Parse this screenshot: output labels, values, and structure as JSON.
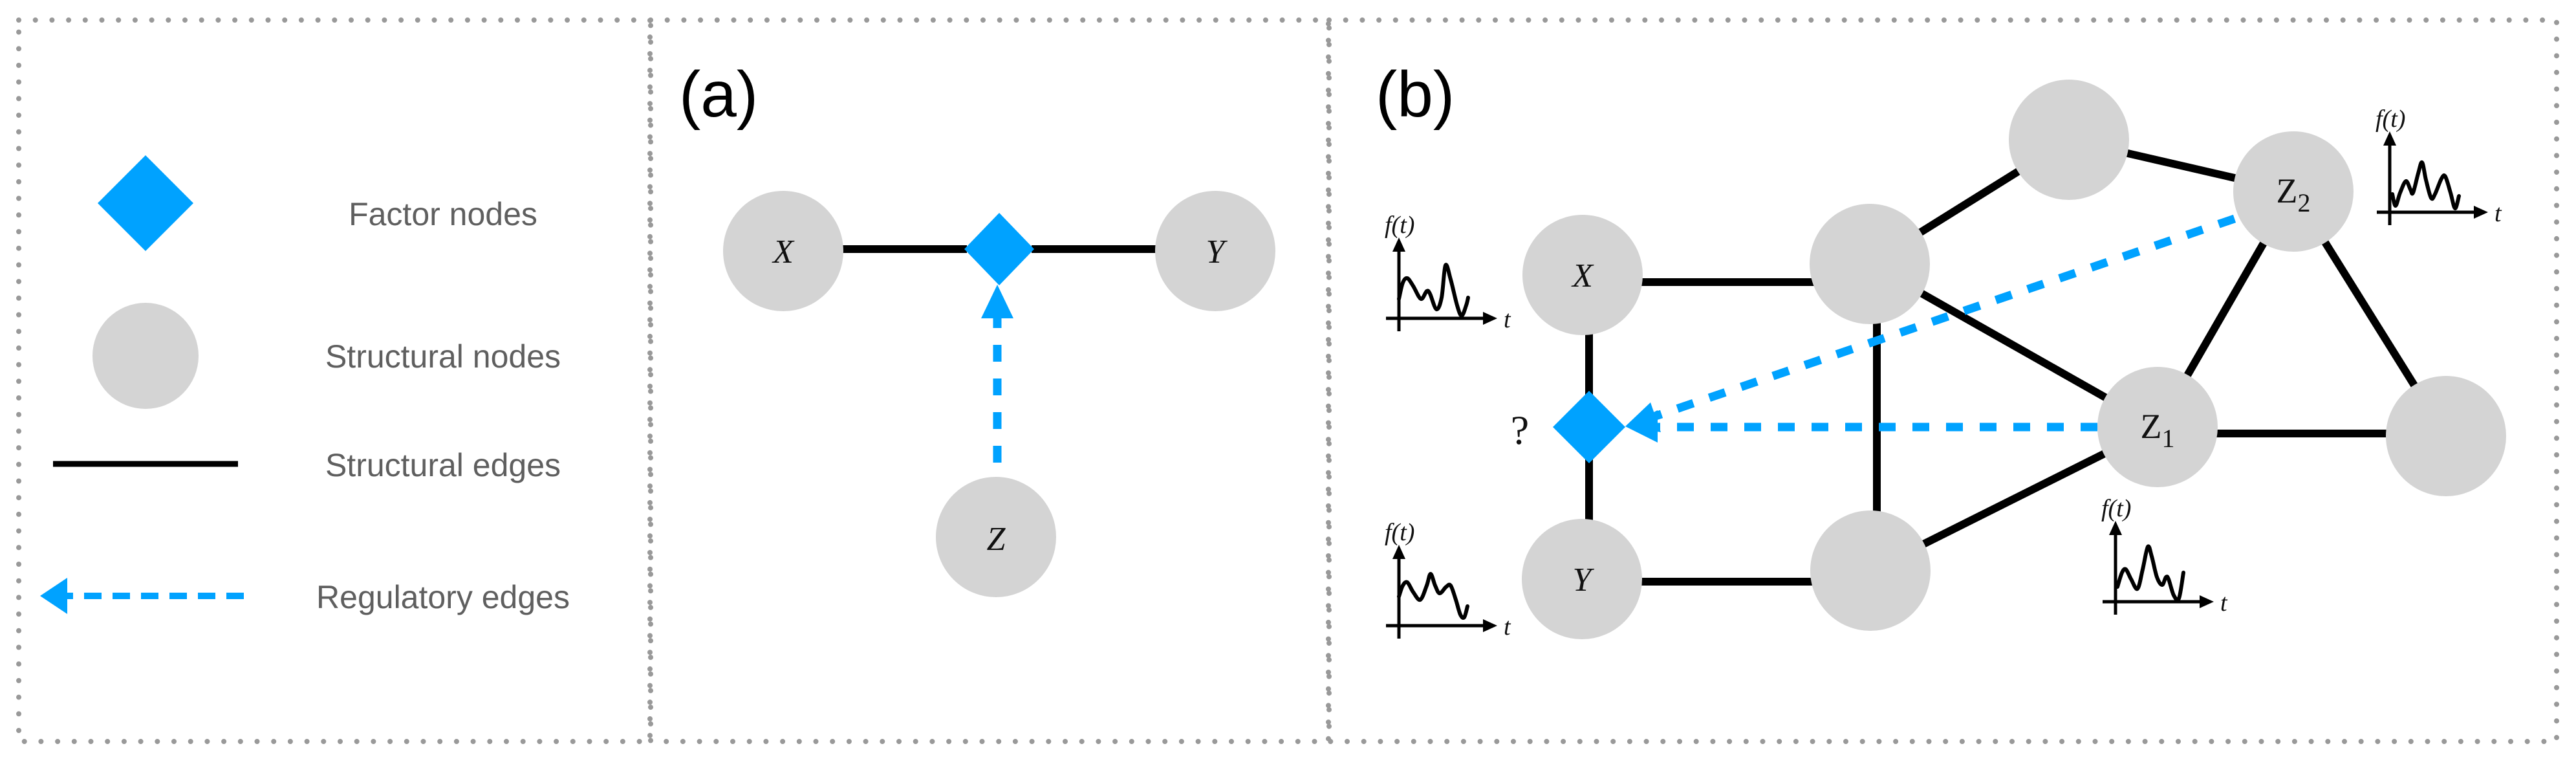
{
  "legend": {
    "items": [
      {
        "symbol": "factor-node",
        "label": "Factor nodes"
      },
      {
        "symbol": "structural-node",
        "label": "Structural nodes"
      },
      {
        "symbol": "structural-edge",
        "label": "Structural edges"
      },
      {
        "symbol": "regulatory-edge",
        "label": "Regulatory edges"
      }
    ]
  },
  "panel_a": {
    "tag": "(a)",
    "nodes": {
      "x": "X",
      "y": "Y",
      "z": "Z"
    }
  },
  "panel_b": {
    "tag": "(b)",
    "question_mark": "?",
    "nodes": {
      "x": "X",
      "y": "Y",
      "z1": {
        "base": "Z",
        "sub": "1"
      },
      "z2": {
        "base": "Z",
        "sub": "2"
      }
    },
    "signal_plot": {
      "ylabel": "f(t)",
      "xlabel": "t"
    }
  },
  "colors": {
    "factor": "#00a2ff",
    "regulatory": "#00a2ff",
    "structural_node": "#d4d4d4",
    "structural_edge": "#000000",
    "border": "#999999",
    "legend_text": "#5f5f5f"
  }
}
